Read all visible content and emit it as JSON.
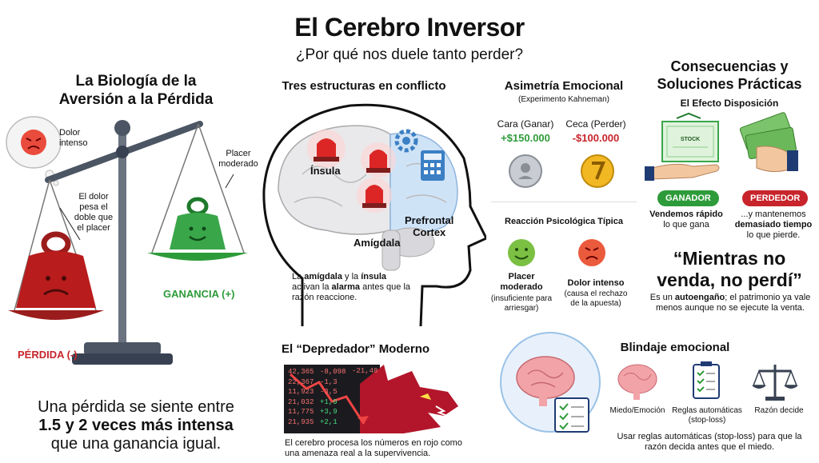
{
  "header": {
    "title": "El Cerebro Inversor",
    "subtitle": "¿Por qué nos duele tanto perder?"
  },
  "biology": {
    "title_line1": "La Biología de la",
    "title_line2": "Aversión a la Pérdida",
    "bubble_pain": "Dolor\nintenso",
    "pleasure_label": "Placer\nmoderado",
    "pain_weight_note": "El dolor\npesa el\ndoble que\nel placer",
    "loss_label": "PÉRDIDA (-)",
    "gain_label": "GANANCIA (+)",
    "statement_line1": "Una pérdida se siente entre",
    "statement_line2": "1.5 y 2 veces más intensa",
    "statement_line3": "que una ganancia igual."
  },
  "brain": {
    "title": "Tres estructuras en conflicto",
    "insula": "Ínsula",
    "amygdala": "Amígdala",
    "prefrontal": "Prefrontal\nCortex",
    "caption_part1": "La ",
    "caption_bold1": "amígdala",
    "caption_part2": " y la ",
    "caption_bold2": "ínsula",
    "caption_part3": " activan la ",
    "caption_bold3": "alarma",
    "caption_part4": " antes que la razón reaccione."
  },
  "asymmetry": {
    "title": "Asimetría Emocional",
    "subtitle": "(Experimento Kahneman)",
    "heads_label": "Cara (Ganar)",
    "heads_value": "+$150.000",
    "tails_label": "Ceca (Perder)",
    "tails_value": "-$100.000",
    "reaction_title": "Reacción Psicológica Típica",
    "pleasure_title": "Placer moderado",
    "pleasure_note": "(insuficiente para arriesgar)",
    "pain_title": "Dolor intenso",
    "pain_note": "(causa el rechazo de la apuesta)"
  },
  "consequences": {
    "title_line1": "Consecuencias y",
    "title_line2": "Soluciones Prácticas",
    "effect": "El Efecto Disposición",
    "stock_label": "STOCK",
    "winner_label": "GANADOR",
    "loser_label": "PERDEDOR",
    "winner_bold": "Vendemos rápido",
    "winner_rest": "lo que gana",
    "loser_pre": "...y mantenemos",
    "loser_bold": "demasiado tiempo",
    "loser_rest": "lo que pierde.",
    "quote_line1": "“Mientras no",
    "quote_line2": "venda, no perdí”",
    "quote_note_pre": "Es un ",
    "quote_note_bold": "autoengaño",
    "quote_note_rest": "; el patrimonio ya vale menos aunque no se ejecute la venta."
  },
  "predator": {
    "title": "El “Depredador” Moderno",
    "ticker_left": [
      "42,365",
      "22,367",
      "11,923",
      "21,032",
      "11,775",
      "21,935"
    ],
    "ticker_mid": [
      "-8,098",
      "-1,3",
      "-3,5",
      "+1,0",
      "+3,9",
      "+2,1"
    ],
    "ticker_right": [
      "-21,48",
      "",
      "",
      "",
      "",
      ""
    ],
    "caption": "El cerebro procesa los números en rojo como una amenaza real a la supervivencia."
  },
  "shield": {
    "title": "Blindaje emocional",
    "fear": "Miedo/Emoción",
    "rules": "Reglas automáticas\n(stop-loss)",
    "reason": "Razón decide",
    "caption": "Usar reglas automáticas (stop-loss) para que la razón decida antes que el miedo."
  },
  "colors": {
    "loss_red": "#c8242b",
    "gain_green": "#2e9b3a",
    "accent_blue": "#3b7fc4",
    "brain_pink": "#f2a3a8"
  }
}
